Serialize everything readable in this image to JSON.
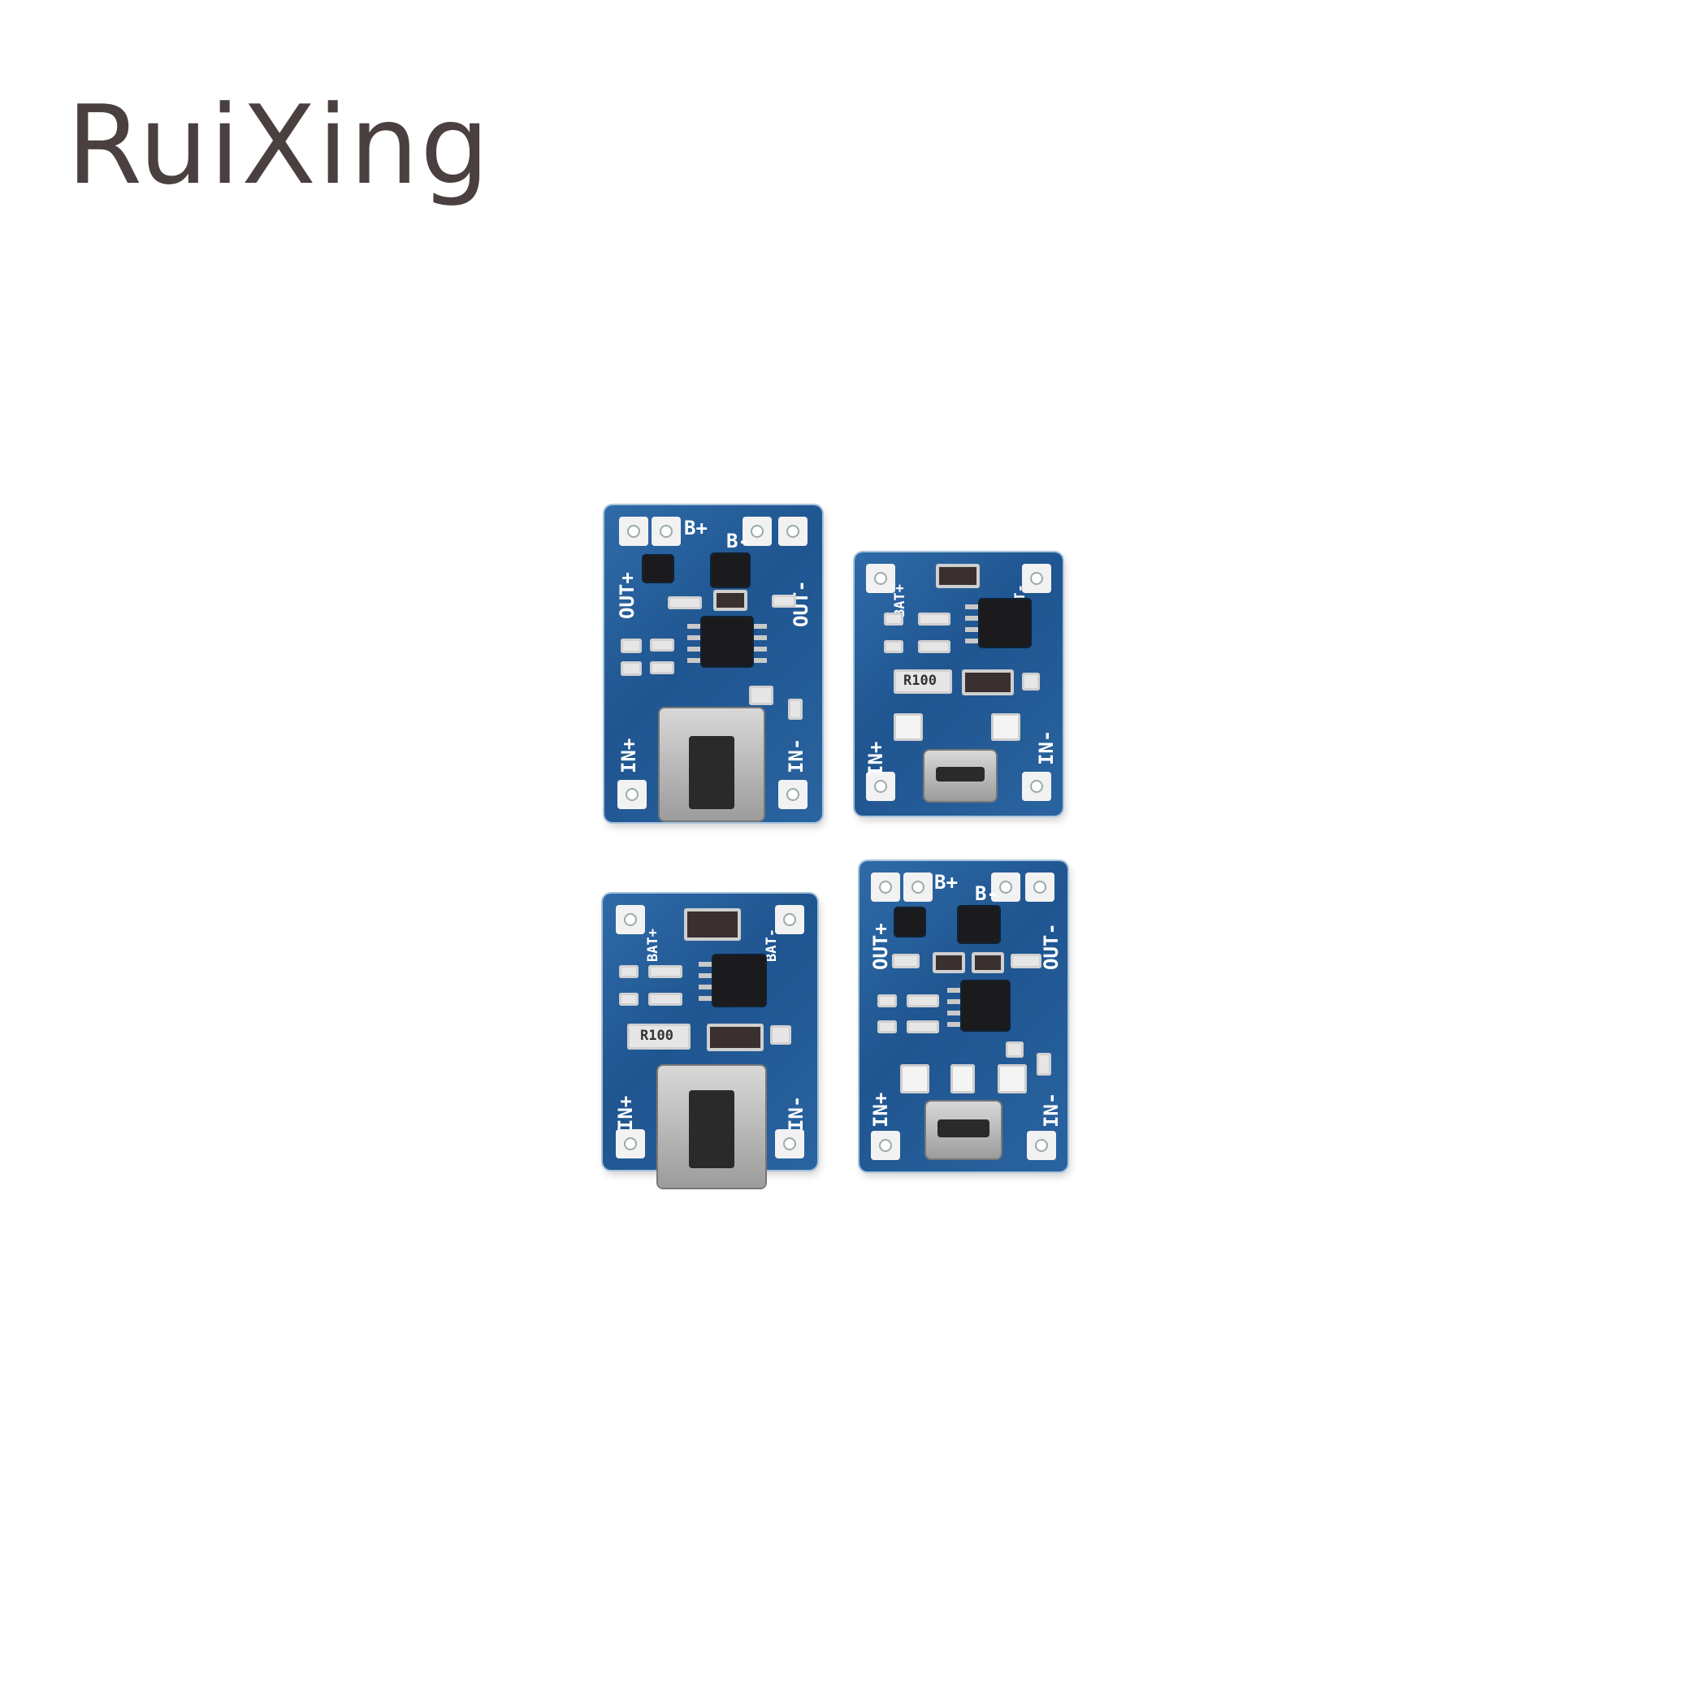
{
  "brand": {
    "logo_text": "RuiXing"
  },
  "boards": [
    {
      "id": "top-left",
      "labels": {
        "b_plus": "B+",
        "b_minus": "B-",
        "out_plus": "OUT+",
        "out_minus": "OUT-",
        "in_plus": "IN+",
        "in_minus": "IN-"
      }
    },
    {
      "id": "top-right",
      "labels": {
        "bat_plus": "BAT+",
        "bat_minus": "BAT-",
        "in_plus": "IN+",
        "in_minus": "IN-",
        "resistor": "R100"
      }
    },
    {
      "id": "bottom-left",
      "labels": {
        "bat_plus": "BAT+",
        "bat_minus": "BAT-",
        "in_plus": "IN+",
        "in_minus": "IN-",
        "resistor": "R100"
      }
    },
    {
      "id": "bottom-right",
      "labels": {
        "b_plus": "B+",
        "b_minus": "B-",
        "out_plus": "OUT+",
        "out_minus": "OUT-",
        "in_plus": "IN+",
        "in_minus": "IN-"
      }
    }
  ]
}
